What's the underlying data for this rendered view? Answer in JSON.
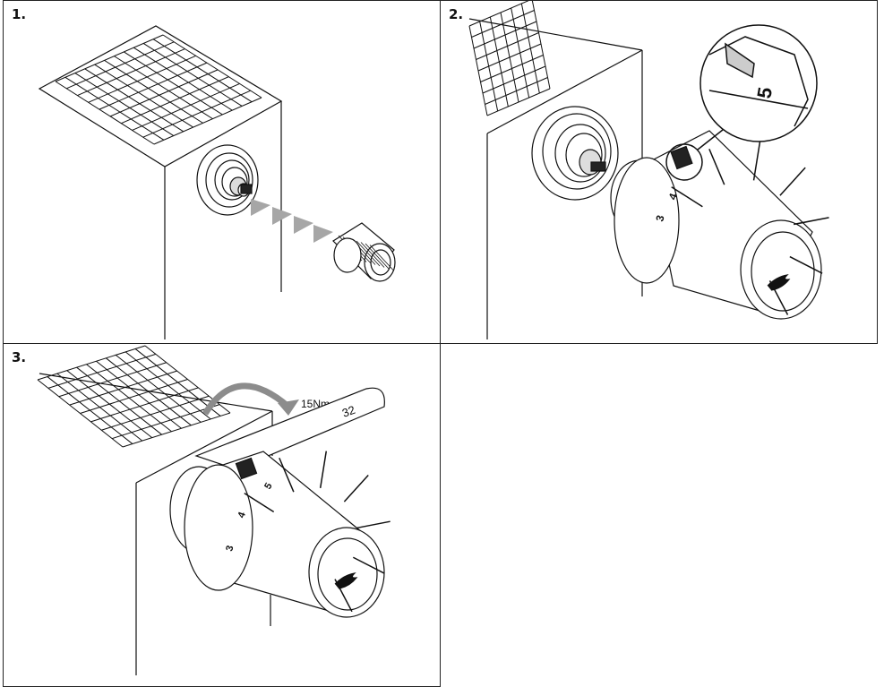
{
  "steps": [
    {
      "number": "1."
    },
    {
      "number": "2."
    },
    {
      "number": "3."
    }
  ],
  "zoom_callout": {
    "dial_number": "5"
  },
  "dial_scale": {
    "marks": [
      "3",
      "4",
      "5"
    ]
  },
  "torque": {
    "label": "15Nm",
    "wrench_size": "32"
  },
  "colors": {
    "ink": "#111111",
    "arrow_gray": "#8c8c8c",
    "chevron_gray": "#a6a6a6"
  }
}
